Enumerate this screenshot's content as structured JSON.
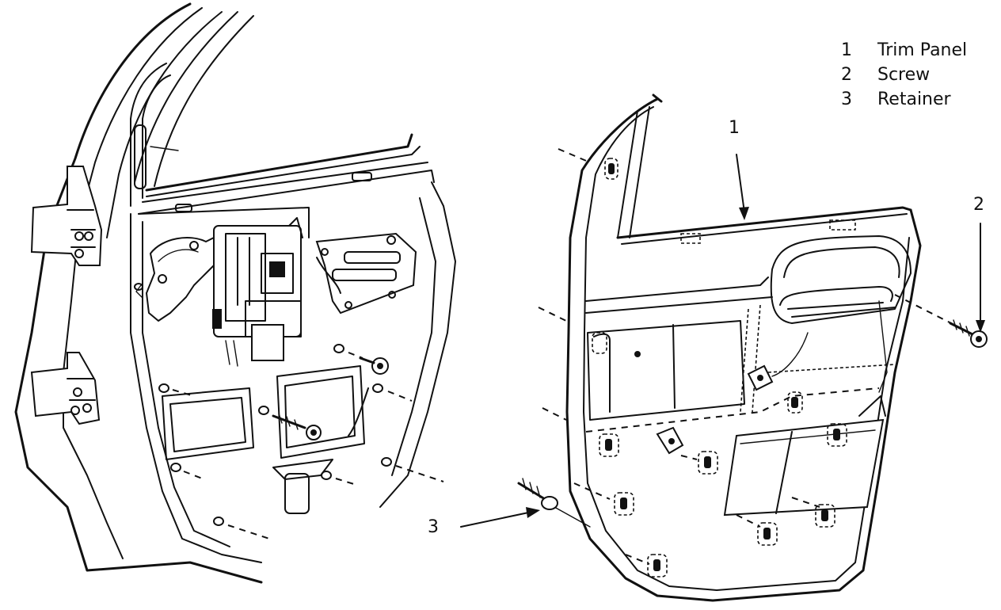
{
  "legend": [
    {
      "number": "1",
      "label": "Trim Panel"
    },
    {
      "number": "2",
      "label": "Screw"
    },
    {
      "number": "3",
      "label": "Retainer"
    }
  ],
  "callouts": {
    "trim_panel": "1",
    "screw": "2",
    "retainer": "3"
  }
}
